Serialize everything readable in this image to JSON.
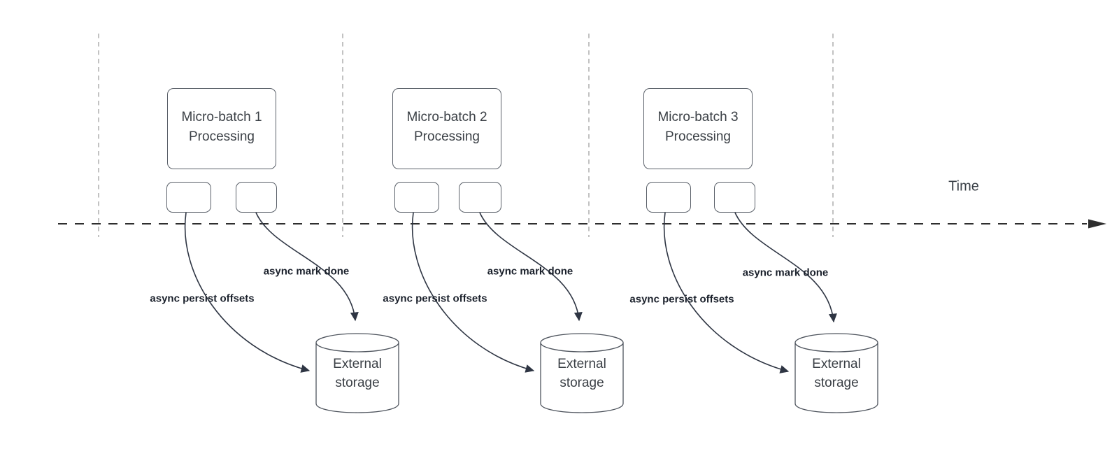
{
  "time_label": "Time",
  "groups": [
    {
      "box_line1": "Micro-batch 1",
      "box_line2": "Processing",
      "persist_label": "async persist offsets",
      "done_label": "async mark done",
      "storage_line1": "External",
      "storage_line2": "storage"
    },
    {
      "box_line1": "Micro-batch 2",
      "box_line2": "Processing",
      "persist_label": "async persist offsets",
      "done_label": "async mark done",
      "storage_line1": "External",
      "storage_line2": "storage"
    },
    {
      "box_line1": "Micro-batch 3",
      "box_line2": "Processing",
      "persist_label": "async persist offsets",
      "done_label": "async mark done",
      "storage_line1": "External",
      "storage_line2": "storage"
    }
  ],
  "colors": {
    "arrow_stroke": "#2e3543",
    "bold_label_text": "#1a202b",
    "box_border": "#5a6069",
    "box_text": "#3b4046",
    "timeline": "#2e2e2e",
    "guide_line": "#adadad",
    "background": "#ffffff"
  }
}
